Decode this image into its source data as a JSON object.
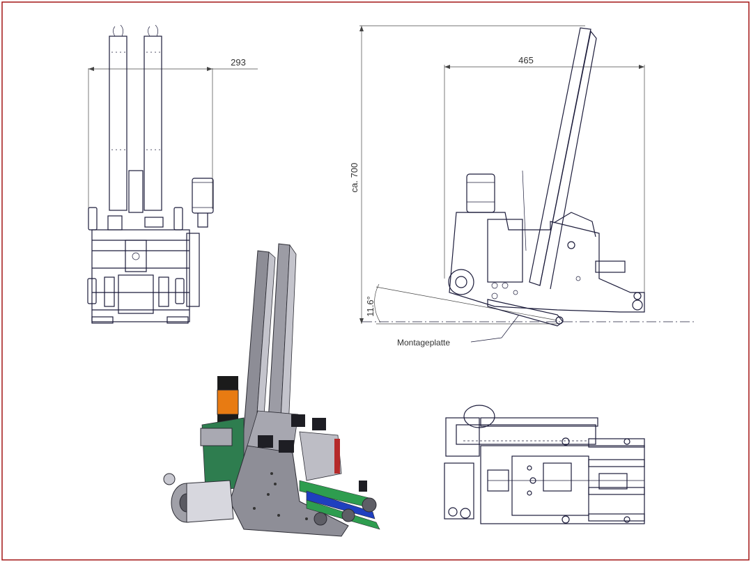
{
  "colors": {
    "border": "#a31515",
    "drawing": "#1b1b3a",
    "dim": "#444444",
    "orange": "#e87b12",
    "grey_body": "#9a9aa2",
    "green": "#2e7d4f",
    "blue": "#1f3fbf"
  },
  "annotations": {
    "width_front": "293",
    "width_side": "465",
    "height_side": "ca. 700",
    "angle": "11.6°",
    "mounting_plate": "Montageplatte"
  }
}
